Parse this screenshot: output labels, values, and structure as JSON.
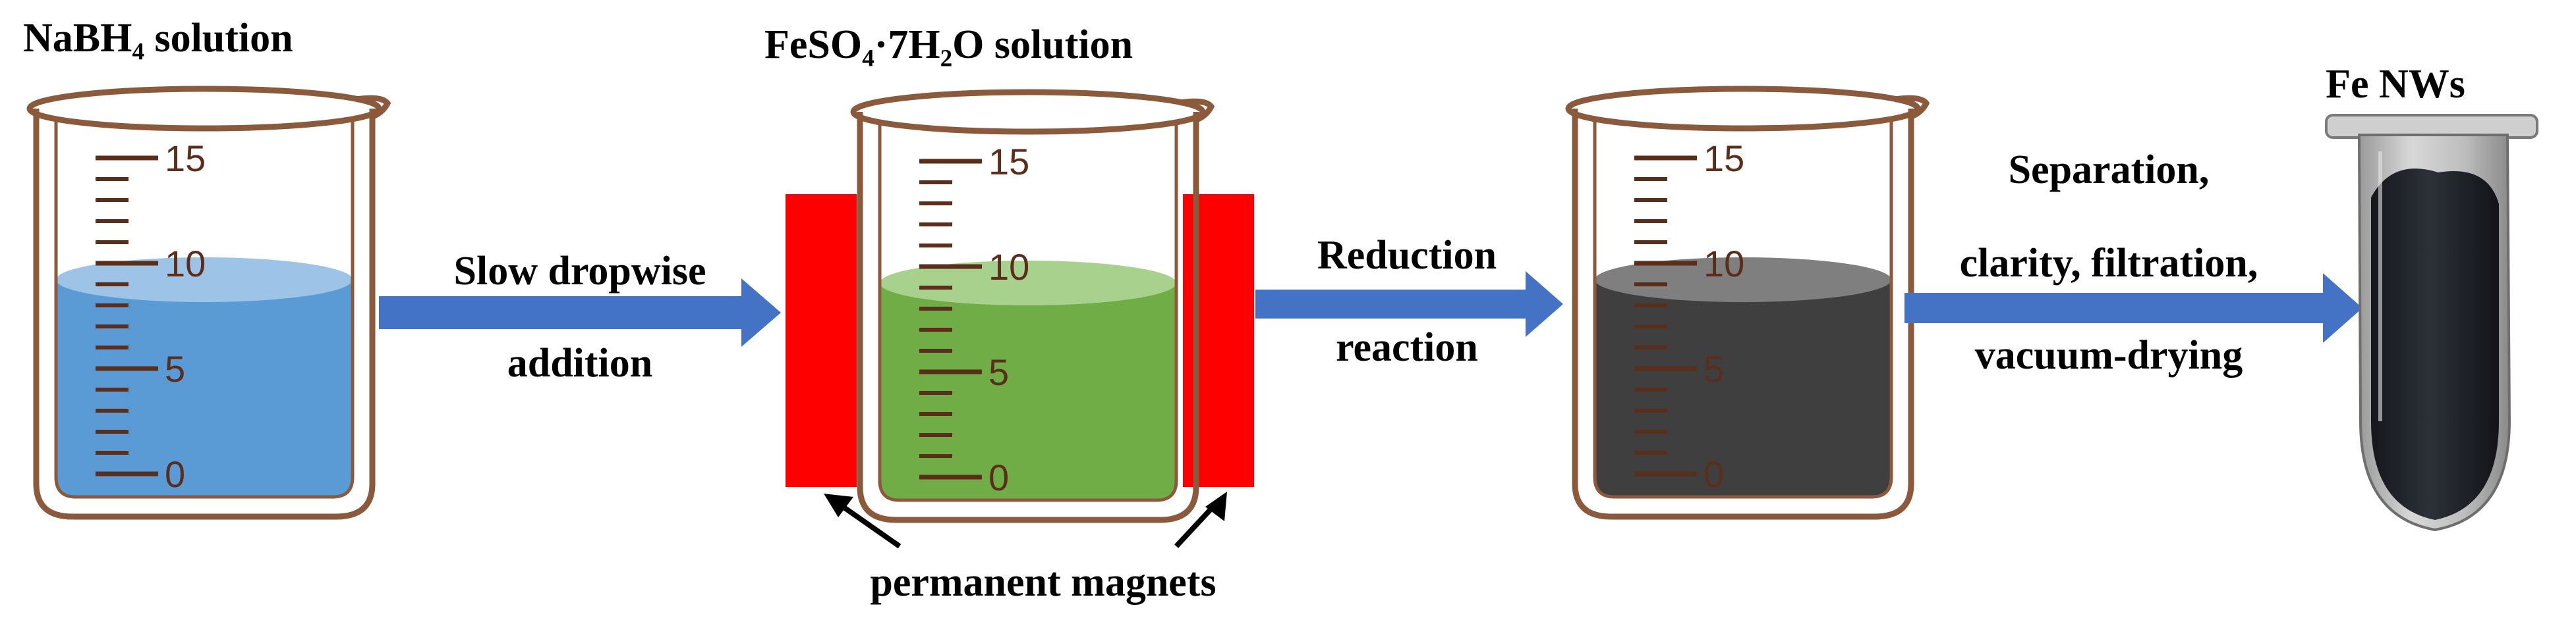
{
  "labels": {
    "nabh4_solution": "NaBH₄ solution",
    "feso4_solution": "FeSO₄·7H₂O solution",
    "fe_nws": "Fe NWs",
    "permanent_magnets": "permanent magnets"
  },
  "steps": {
    "step1_line1": "Slow dropwise",
    "step1_line2": "addition",
    "step2_line1": "Reduction",
    "step2_line2": "reaction",
    "step3_line1": "Separation,",
    "step3_line2": "clarity, filtration,",
    "step3_line3": "vacuum-drying"
  },
  "scale_ticks": [
    "15",
    "10",
    "5",
    "0"
  ],
  "colors": {
    "nabh4_liquid": "#5b9bd5",
    "nabh4_liquid_top": "#9dc3e6",
    "feso4_liquid": "#70ad47",
    "feso4_liquid_top": "#a9d18e",
    "product_liquid": "#3f3f3f",
    "product_liquid_top": "#7f7f7f",
    "arrow": "#4472c4",
    "magnet": "#ff0000",
    "beaker_outline": "#8b5a3c"
  }
}
